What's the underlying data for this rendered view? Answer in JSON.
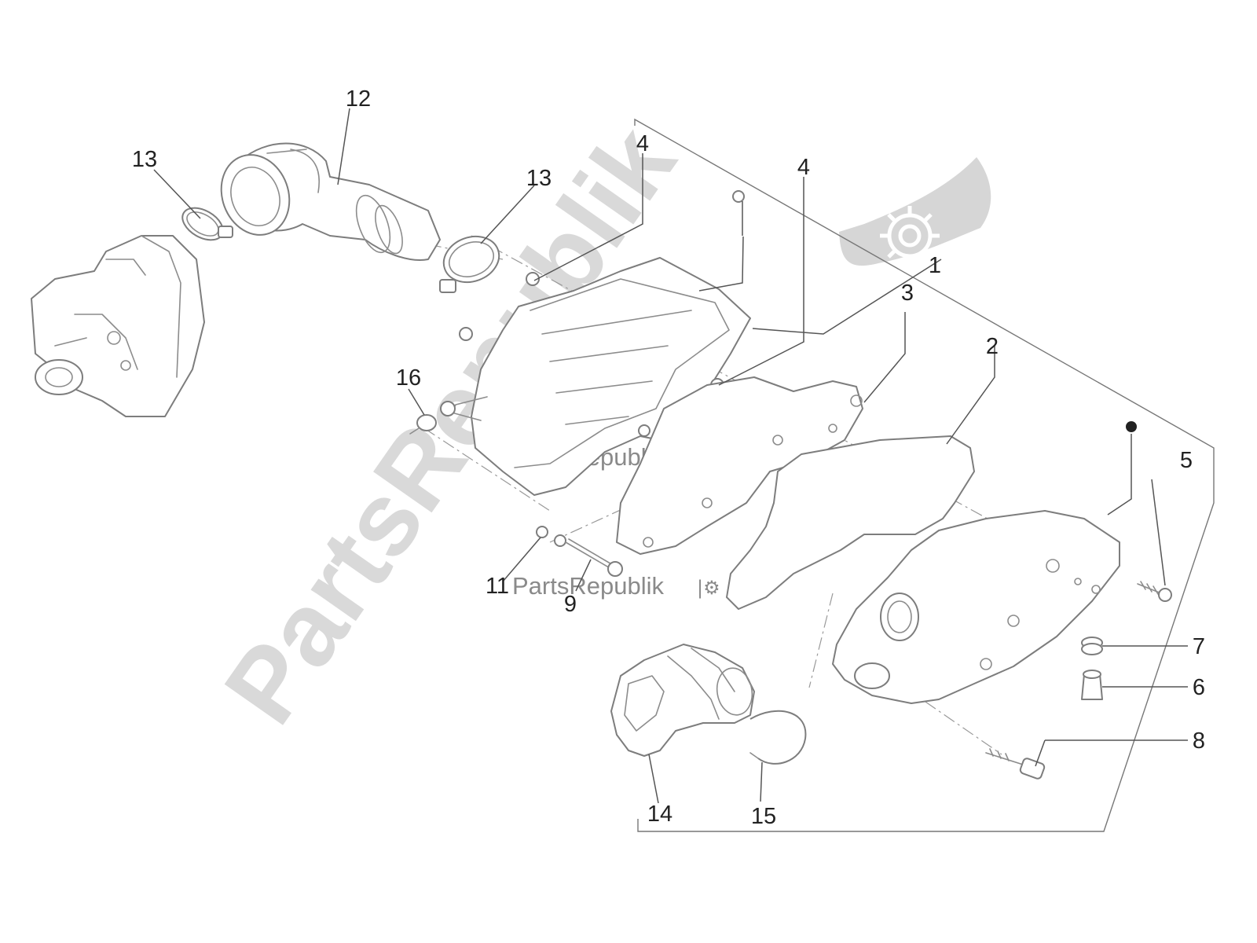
{
  "watermark": {
    "large_text": "PartsRepublik",
    "small_text": "PartsRepublik",
    "logo_icon": "gear-drop-logo-icon"
  },
  "callouts": [
    "1",
    "2",
    "3",
    "4",
    "4",
    "5",
    "6",
    "7",
    "8",
    "9",
    "11",
    "12",
    "13",
    "13",
    "14",
    "15",
    "16"
  ],
  "colors": {
    "line": "#7d7d7d",
    "text": "#222222",
    "watermark": "#d9d9d9",
    "watermark_text": "#8a8a8a"
  }
}
